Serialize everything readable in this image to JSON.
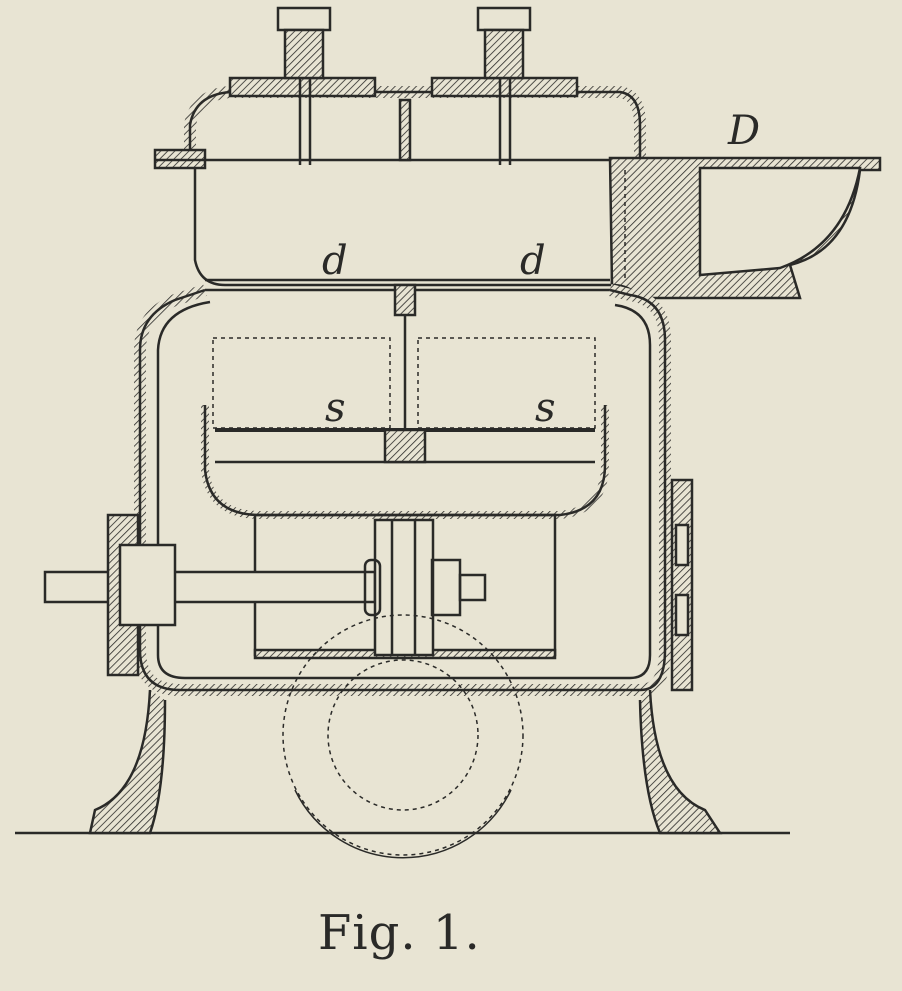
{
  "figure": {
    "caption": "Fig. 1.",
    "labels": {
      "upper_left": "d",
      "upper_right": "d",
      "lower_left": "s",
      "lower_right": "s",
      "outlet": "D"
    }
  },
  "colors": {
    "paper": "#e8e4d3",
    "ink": "#2a2a28"
  }
}
